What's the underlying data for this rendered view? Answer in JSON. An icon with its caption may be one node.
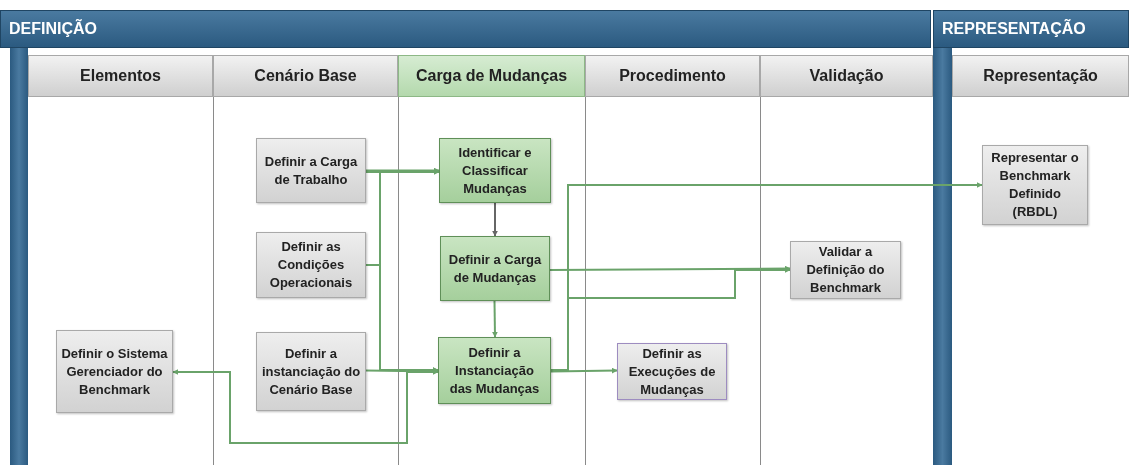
{
  "diagram": {
    "nodes": [
      {
        "text": [
          "DEFINIÇÃO"
        ]
      },
      {
        "text": [
          "REPRESENTAÇÃO"
        ]
      },
      {
        "text": [
          "Elementos"
        ]
      },
      {
        "text": [
          "Cenário Base"
        ]
      },
      {
        "text": [
          "Carga de Mudanças"
        ]
      },
      {
        "text": [
          "Procedimento"
        ]
      },
      {
        "text": [
          "Validação"
        ]
      },
      {
        "text": [
          "Representação"
        ]
      },
      {
        "text": [
          "Definir o Sistema Gerenciador do Benchmark"
        ]
      },
      {
        "text": [
          "Definir a Carga de Trabalho"
        ]
      },
      {
        "text": [
          "Definir as Condições Operacionais"
        ]
      },
      {
        "text": [
          "Definir a instanciação do Cenário Base"
        ]
      },
      {
        "text": [
          "Identificar e Classificar Mudanças"
        ]
      },
      {
        "text": [
          "Definir a Carga de Mudanças"
        ]
      },
      {
        "text": [
          "Definir a Instanciação das Mudanças"
        ]
      },
      {
        "text": [
          "Definir as Execuções de Mudanças"
        ]
      },
      {
        "text": [
          "Validar a Definição do Benchmark"
        ]
      },
      {
        "text": [
          "Representar o Benchmark Definido (RBDL)"
        ]
      }
    ],
    "edges": [
      {
        "from": 9,
        "to": 12,
        "arrow": "to"
      },
      {
        "from": 9,
        "to": 14,
        "arrow": "to"
      },
      {
        "from": 10,
        "to": 12,
        "arrow": "to"
      },
      {
        "from": 10,
        "to": 14,
        "arrow": "to"
      },
      {
        "from": 11,
        "to": 14,
        "arrow": "to"
      },
      {
        "from": 8,
        "to": 14,
        "arrow": "both"
      },
      {
        "from": 12,
        "to": 13,
        "arrow": "to",
        "color": "#666666"
      },
      {
        "from": 13,
        "to": 14,
        "arrow": "to"
      },
      {
        "from": 13,
        "to": 16,
        "arrow": "to"
      },
      {
        "from": 14,
        "to": 17,
        "arrow": "to"
      },
      {
        "from": 14,
        "to": 16,
        "arrow": "to"
      },
      {
        "from": 14,
        "to": 15,
        "arrow": "to"
      }
    ]
  }
}
